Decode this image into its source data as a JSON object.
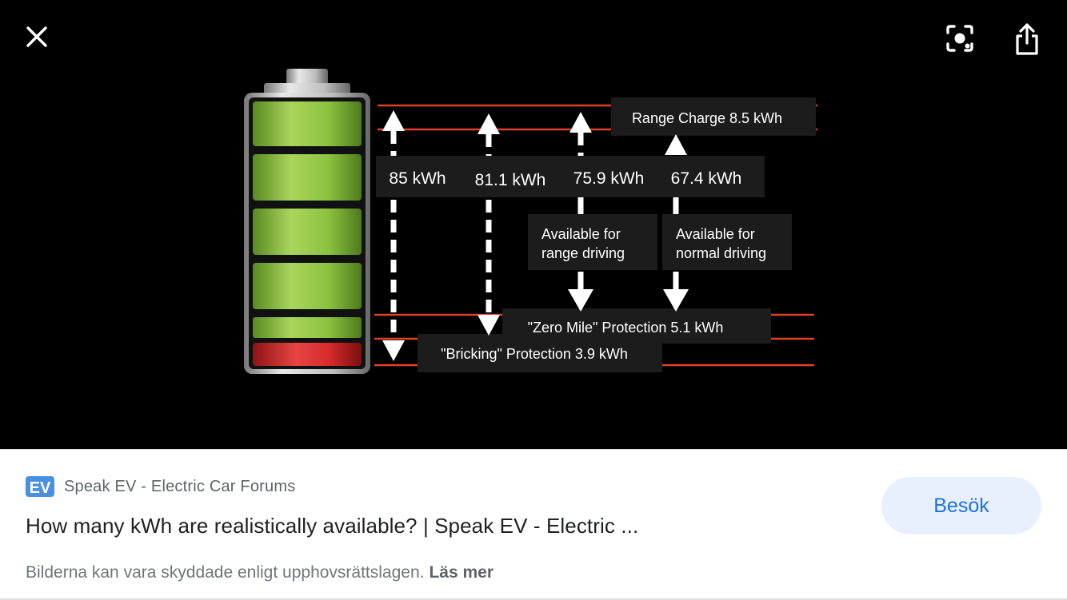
{
  "viewer": {
    "close_icon": "close-icon",
    "lens_icon": "lens-icon",
    "share_icon": "share-icon"
  },
  "figure": {
    "range_charge": "Range Charge 8.5 kWh",
    "values": [
      "85 kWh",
      "81.1 kWh",
      "75.9 kWh",
      "67.4 kWh"
    ],
    "available_range": [
      "Available for",
      "range driving"
    ],
    "available_normal": [
      "Available for",
      "normal driving"
    ],
    "zero_mile": "\"Zero Mile\" Protection 5.1 kWh",
    "bricking": "\"Bricking\" Protection 3.9 kWh",
    "colors": {
      "line": "#e0412b",
      "green": "#8dc63f",
      "red": "#d62b2b",
      "label_bg": "#1c1c1c"
    }
  },
  "source": {
    "logo_text": "EV",
    "name": "Speak EV - Electric Car Forums",
    "title": "How many kWh are realistically available? | Speak EV - Electric ...",
    "visit_label": "Besök",
    "copyright": "Bilderna kan vara skyddade enligt upphovsrättslagen.",
    "learn_more": "Läs mer",
    "brand_color": "#4a90e2"
  }
}
